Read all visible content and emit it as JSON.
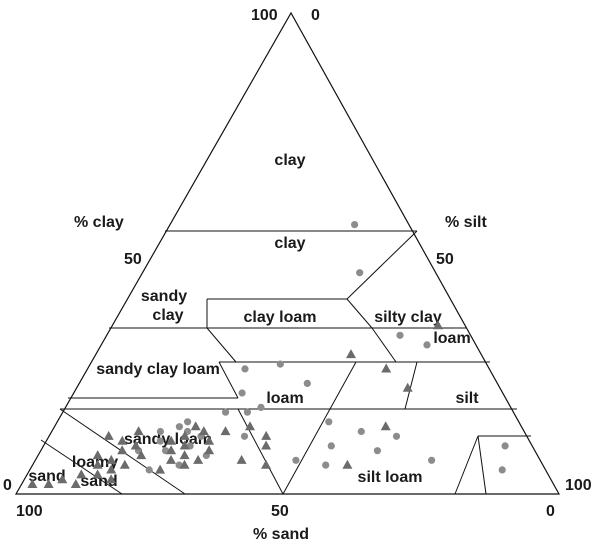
{
  "chart_data": {
    "type": "scatter",
    "subtype": "soil-texture-ternary",
    "axes": {
      "clay": {
        "label": "% clay",
        "ticks": [
          "0",
          "50",
          "100"
        ]
      },
      "silt": {
        "label": "% silt",
        "ticks": [
          "0",
          "50",
          "100"
        ]
      },
      "sand": {
        "label": "% sand",
        "ticks": [
          "100",
          "50",
          "0"
        ]
      }
    },
    "regions": [
      {
        "name": "clay",
        "label": "clay"
      },
      {
        "name": "clay-lower",
        "label": "clay"
      },
      {
        "name": "sandy-clay",
        "label": "sandy clay"
      },
      {
        "name": "silty-clay",
        "label": "silty clay"
      },
      {
        "name": "clay-loam",
        "label": "clay loam"
      },
      {
        "name": "silty-clay-loam",
        "label": "loam"
      },
      {
        "name": "sandy-clay-loam",
        "label": "sandy clay loam"
      },
      {
        "name": "loam",
        "label": "loam"
      },
      {
        "name": "silt",
        "label": "silt"
      },
      {
        "name": "sandy-loam",
        "label": "sandy loam"
      },
      {
        "name": "silt-loam",
        "label": "silt loam"
      },
      {
        "name": "loamy-sand",
        "label": "loamy sand"
      },
      {
        "name": "sand",
        "label": "sand"
      }
    ],
    "series": [
      {
        "marker": "circle",
        "color": "#8c8c8c",
        "points": [
          {
            "clay": 0.56,
            "silt": 0.34
          },
          {
            "clay": 0.46,
            "silt": 0.4
          },
          {
            "clay": 0.33,
            "silt": 0.54
          },
          {
            "clay": 0.27,
            "silt": 0.35
          },
          {
            "clay": 0.26,
            "silt": 0.29
          },
          {
            "clay": 0.23,
            "silt": 0.42
          },
          {
            "clay": 0.18,
            "silt": 0.36
          },
          {
            "clay": 0.17,
            "silt": 0.3
          },
          {
            "clay": 0.15,
            "silt": 0.24
          },
          {
            "clay": 0.14,
            "silt": 0.23
          },
          {
            "clay": 0.13,
            "silt": 0.25
          },
          {
            "clay": 0.12,
            "silt": 0.28
          },
          {
            "clay": 0.11,
            "silt": 0.21
          },
          {
            "clay": 0.1,
            "silt": 0.27
          },
          {
            "clay": 0.09,
            "silt": 0.23
          },
          {
            "clay": 0.08,
            "silt": 0.31
          },
          {
            "clay": 0.06,
            "silt": 0.27
          },
          {
            "clay": 0.17,
            "silt": 0.34
          },
          {
            "clay": 0.13,
            "silt": 0.2
          },
          {
            "clay": 0.09,
            "silt": 0.18
          },
          {
            "clay": 0.15,
            "silt": 0.5
          },
          {
            "clay": 0.13,
            "silt": 0.57
          },
          {
            "clay": 0.12,
            "silt": 0.64
          },
          {
            "clay": 0.1,
            "silt": 0.53
          },
          {
            "clay": 0.09,
            "silt": 0.62
          },
          {
            "clay": 0.07,
            "silt": 0.48
          },
          {
            "clay": 0.06,
            "silt": 0.54
          },
          {
            "clay": 0.07,
            "silt": 0.73
          },
          {
            "clay": 0.1,
            "silt": 0.85
          },
          {
            "clay": 0.05,
            "silt": 0.87
          },
          {
            "clay": 0.31,
            "silt": 0.6
          },
          {
            "clay": 0.21,
            "silt": 0.31
          },
          {
            "clay": 0.12,
            "silt": 0.36
          },
          {
            "clay": 0.05,
            "silt": 0.22
          }
        ]
      },
      {
        "marker": "triangle",
        "color": "#6b6b6b",
        "points": [
          {
            "clay": 0.35,
            "silt": 0.6
          },
          {
            "clay": 0.29,
            "silt": 0.47
          },
          {
            "clay": 0.26,
            "silt": 0.55
          },
          {
            "clay": 0.22,
            "silt": 0.61
          },
          {
            "clay": 0.14,
            "silt": 0.26
          },
          {
            "clay": 0.13,
            "silt": 0.28
          },
          {
            "clay": 0.12,
            "silt": 0.25
          },
          {
            "clay": 0.11,
            "silt": 0.23
          },
          {
            "clay": 0.1,
            "silt": 0.26
          },
          {
            "clay": 0.09,
            "silt": 0.24
          },
          {
            "clay": 0.08,
            "silt": 0.27
          },
          {
            "clay": 0.07,
            "silt": 0.25
          },
          {
            "clay": 0.06,
            "silt": 0.28
          },
          {
            "clay": 0.05,
            "silt": 0.24
          },
          {
            "clay": 0.13,
            "silt": 0.32
          },
          {
            "clay": 0.11,
            "silt": 0.3
          },
          {
            "clay": 0.09,
            "silt": 0.31
          },
          {
            "clay": 0.07,
            "silt": 0.3
          },
          {
            "clay": 0.13,
            "silt": 0.16
          },
          {
            "clay": 0.12,
            "silt": 0.11
          },
          {
            "clay": 0.11,
            "silt": 0.14
          },
          {
            "clay": 0.1,
            "silt": 0.17
          },
          {
            "clay": 0.09,
            "silt": 0.15
          },
          {
            "clay": 0.08,
            "silt": 0.19
          },
          {
            "clay": 0.08,
            "silt": 0.11
          },
          {
            "clay": 0.07,
            "silt": 0.14
          },
          {
            "clay": 0.06,
            "silt": 0.12
          },
          {
            "clay": 0.06,
            "silt": 0.17
          },
          {
            "clay": 0.05,
            "silt": 0.15
          },
          {
            "clay": 0.04,
            "silt": 0.1
          },
          {
            "clay": 0.04,
            "silt": 0.13
          },
          {
            "clay": 0.03,
            "silt": 0.07
          },
          {
            "clay": 0.02,
            "silt": 0.05
          },
          {
            "clay": 0.02,
            "silt": 0.02
          },
          {
            "clay": 0.02,
            "silt": 0.1
          },
          {
            "clay": 0.03,
            "silt": 0.16
          },
          {
            "clay": 0.14,
            "silt": 0.36
          },
          {
            "clay": 0.12,
            "silt": 0.4
          },
          {
            "clay": 0.1,
            "silt": 0.41
          },
          {
            "clay": 0.07,
            "silt": 0.38
          },
          {
            "clay": 0.06,
            "silt": 0.43
          },
          {
            "clay": 0.14,
            "silt": 0.61
          },
          {
            "clay": 0.06,
            "silt": 0.58
          }
        ]
      }
    ]
  }
}
